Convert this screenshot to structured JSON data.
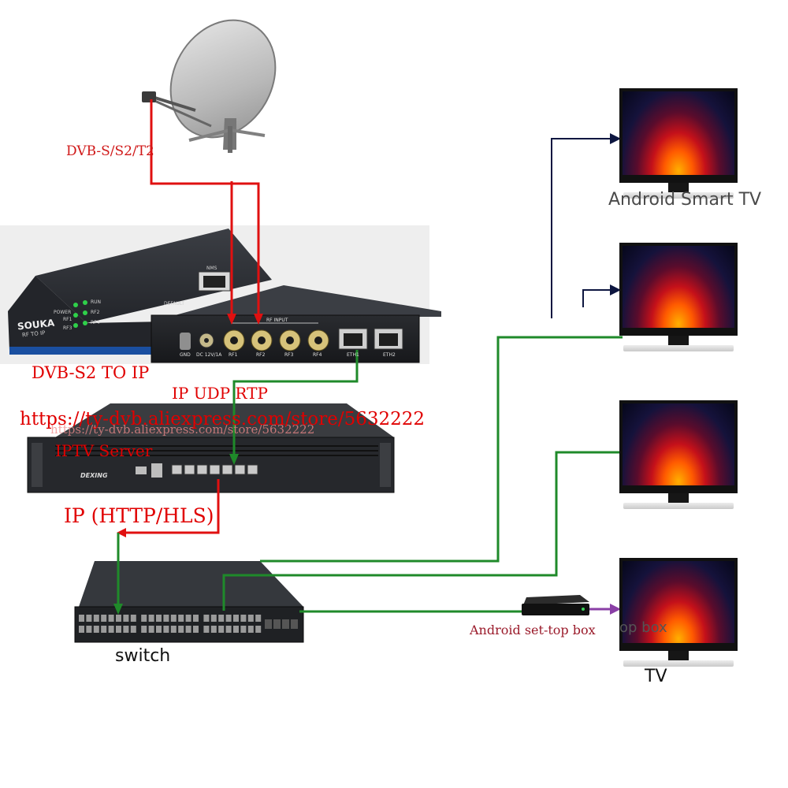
{
  "labels": {
    "dvb_input": "DVB-S/S2/T2",
    "dvb_s2_to_ip": "DVB-S2 TO IP",
    "ip_udp_rtp": "IP UDP RTP",
    "store_url": "https://ty-dvb.aliexpress.com/store/5632222",
    "store_url_ghost": "https://ty-dvb.aliexpress.com/store/5632222",
    "iptv_server": "IPTV Server",
    "ip_http_hls": "IP (HTTP/HLS)",
    "switch": "switch",
    "android_smart_tv": "Android Smart TV",
    "android_stb": "Android set-top box",
    "stb_ghost": "op box",
    "tv": "TV"
  },
  "device_text": {
    "brand": "SOUKA",
    "model": "RF TO IP",
    "power": "POWER",
    "run": "RUN",
    "rf1_led": "RF1",
    "rf2_led": "RF2",
    "rf3_led": "RF3",
    "rf4_led": "RF4",
    "nms": "NMS",
    "default": "DEFAULT",
    "rf_input": "RF INPUT",
    "gnd": "GND",
    "dc": "DC 12V/1A",
    "rf1": "RF1",
    "rf2": "RF2",
    "rf3": "RF3",
    "rf4": "RF4",
    "eth1": "ETH1",
    "eth2": "ETH2",
    "server_brand": "DEXING"
  },
  "colors": {
    "red_line": "#e01010",
    "green_line": "#1f8a2a",
    "navy_line": "#0d1640",
    "purple_arrow": "#8a3fa6",
    "label_red": "#e00000"
  }
}
